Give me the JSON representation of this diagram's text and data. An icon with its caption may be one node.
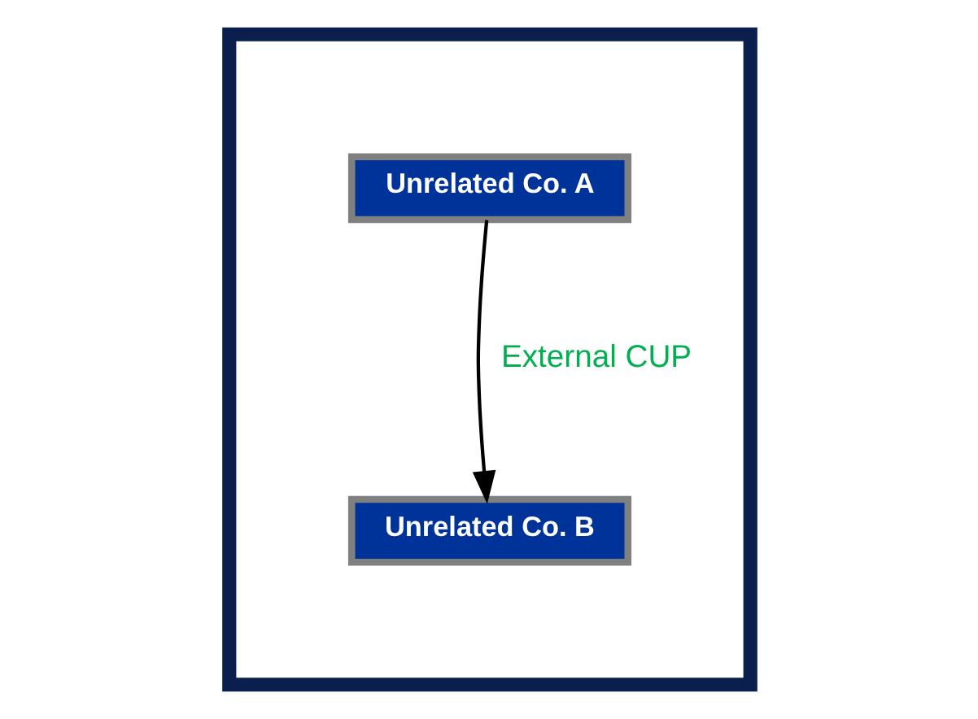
{
  "diagram": {
    "nodes": [
      {
        "text": [],
        "shape": "box"
      },
      {
        "text": [
          "Unrelated Co. A"
        ],
        "in": 0
      },
      {
        "text": [
          "Unrelated Co. B"
        ],
        "in": 0
      }
    ],
    "edges": [
      {
        "from": 1,
        "to": 2,
        "arrow": "to",
        "label": "External CUP"
      }
    ]
  }
}
